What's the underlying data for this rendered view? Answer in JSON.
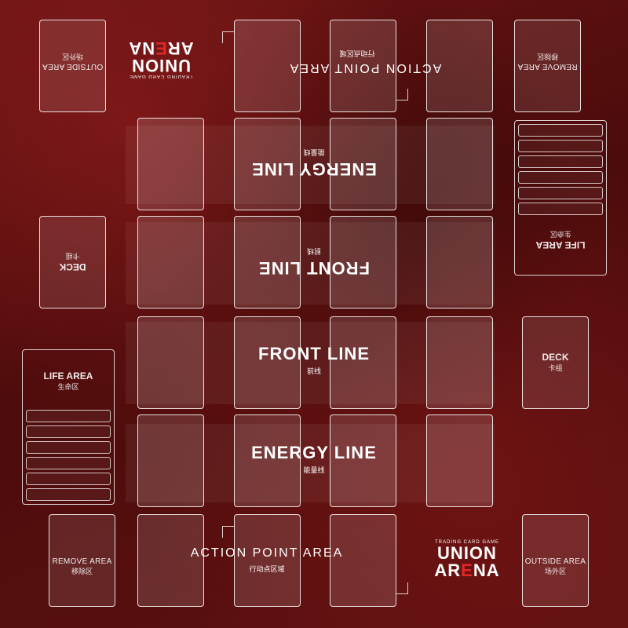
{
  "logo": {
    "tagline": "TRADING CARD GAME",
    "line1": "UNION",
    "line2_a": "AR",
    "line2_accent": "E",
    "line2_b": "NA",
    "accent_color": "#e02828"
  },
  "player": {
    "life_area": {
      "label": "LIFE AREA",
      "cn": "生命区"
    },
    "deck": {
      "label": "DECK",
      "cn": "卡组"
    },
    "front_line": {
      "label": "FRONT LINE",
      "cn": "前线"
    },
    "energy_line": {
      "label": "ENERGY LINE",
      "cn": "能量线"
    },
    "action_point_area": {
      "label": "ACTION POINT AREA",
      "cn": "行动点区域"
    },
    "remove_area": {
      "label": "REMOVE AREA",
      "cn": "移除区"
    },
    "outside_area": {
      "label": "OUTSIDE AREA",
      "cn": "场外区"
    }
  },
  "opponent": {
    "life_area": {
      "label": "LIFE AREA",
      "cn": "生命区"
    },
    "deck": {
      "label": "DECK",
      "cn": "卡组"
    },
    "front_line": {
      "label": "FRONT LINE",
      "cn": "前线"
    },
    "energy_line": {
      "label": "ENERGY LINE",
      "cn": "能量线"
    },
    "action_point_area": {
      "label": "ACTION POINT AREA",
      "cn": "行动点区域"
    },
    "remove_area": {
      "label": "REMOVE AREA",
      "cn": "移除区"
    },
    "outside_area": {
      "label": "OUTSIDE AREA",
      "cn": "场外区"
    }
  },
  "colors": {
    "mat_dark": "#4c0b0b",
    "mat_mid": "#6a1414",
    "line_white": "#ffffff"
  }
}
